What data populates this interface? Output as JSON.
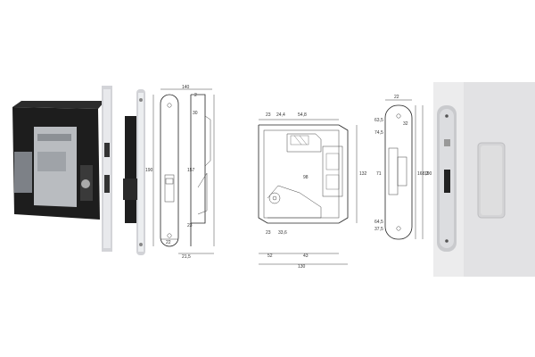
{
  "drawing1": {
    "dims": [
      "140",
      "2",
      "30",
      "190",
      "157",
      "23",
      "22",
      "21,5"
    ]
  },
  "drawing2": {
    "dims": [
      "23",
      "24,4",
      "54,8",
      "98",
      "132",
      "23",
      "33,6",
      "52",
      "43",
      "130"
    ]
  },
  "drawing3": {
    "dims": [
      "22",
      "63,5",
      "32",
      "74,5",
      "71",
      "168,2",
      "190",
      "64,5",
      "37,5"
    ]
  },
  "colors": {
    "lock_body": "#1c1c1c",
    "faceplate": "#d8d8dc",
    "door_panel": "#e9e9ea"
  }
}
